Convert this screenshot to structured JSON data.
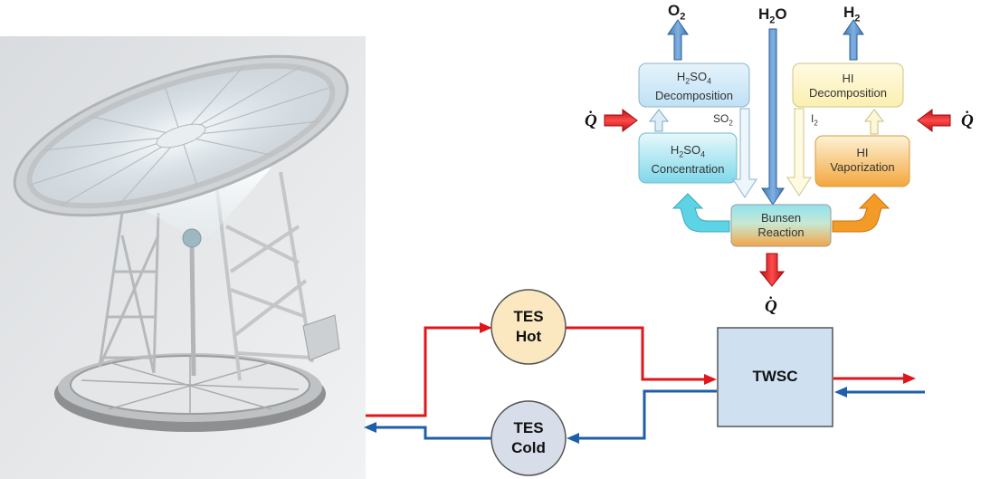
{
  "left_image": {
    "icon": "solar-dish-concentrator-illustration"
  },
  "cycle": {
    "o2": {
      "main": "O",
      "sub": "2"
    },
    "h2o": {
      "pre": "H",
      "sub": "2",
      "post": "O"
    },
    "h2": {
      "main": "H",
      "sub": "2"
    },
    "q_symbol": "Q",
    "boxes": {
      "h2so4_decomp": {
        "f1": "H",
        "s1": "2",
        "f2": "SO",
        "s2": "4",
        "line2": "Decomposition"
      },
      "h2so4_conc": {
        "f1": "H",
        "s1": "2",
        "f2": "SO",
        "s2": "4",
        "line2": "Concentration"
      },
      "hi_decomp": {
        "line1": "HI",
        "line2": "Decomposition"
      },
      "hi_vapor": {
        "line1": "HI",
        "line2": "Vaporization"
      },
      "bunsen": {
        "line1": "Bunsen",
        "line2": "Reaction"
      }
    },
    "so2": {
      "main": "SO",
      "sub": "2"
    },
    "i2": {
      "main": "I",
      "sub": "2"
    }
  },
  "storage": {
    "tes_hot": {
      "line1": "TES",
      "line2": "Hot"
    },
    "tes_cold": {
      "line1": "TES",
      "line2": "Cold"
    },
    "twsc": "TWSC"
  },
  "colors": {
    "hot_line": "#e0161b",
    "cold_line": "#1f5ea8",
    "blue_arrow": "#5b8fc9",
    "red_arrow": "#d4161c",
    "hot_circle": "#fbe8c1",
    "cold_circle": "#d7dde9",
    "twsc_box": "#cfe1f1"
  }
}
